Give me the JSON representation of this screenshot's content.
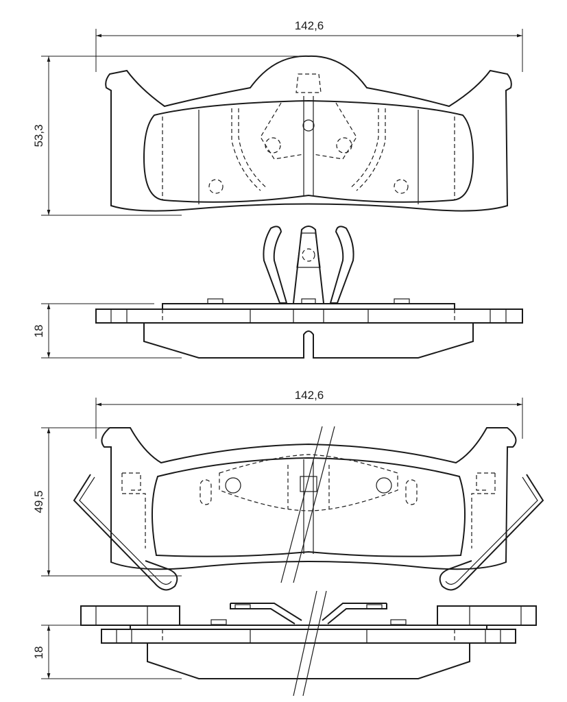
{
  "dimensions": {
    "pad1_width": "142,6",
    "pad1_height": "53,3",
    "pad1_thickness": "18",
    "pad2_width": "142,6",
    "pad2_height": "49,5",
    "pad2_thickness": "18"
  }
}
